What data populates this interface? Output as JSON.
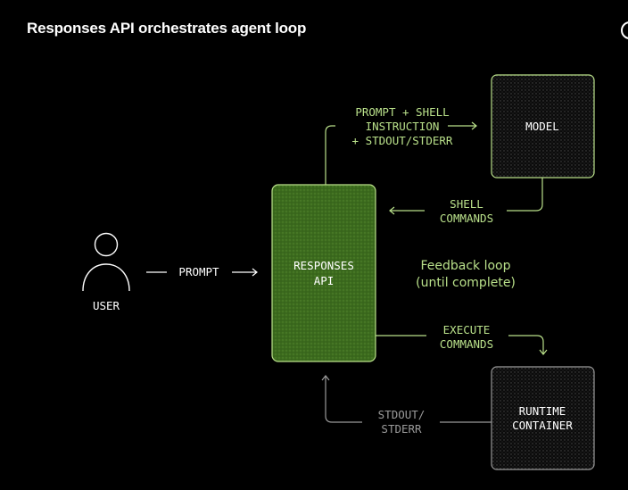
{
  "title": "Responses API orchestrates agent loop",
  "nodes": {
    "user": "USER",
    "responses_api": [
      "RESPONSES",
      "API"
    ],
    "model": "MODEL",
    "runtime_container": [
      "RUNTIME",
      "CONTAINER"
    ]
  },
  "edges": {
    "user_prompt": "PROMPT",
    "to_model": [
      "PROMPT + SHELL",
      "INSTRUCTION",
      "+ STDOUT/STDERR"
    ],
    "shell_commands": [
      "SHELL",
      "COMMANDS"
    ],
    "execute_commands": [
      "EXECUTE",
      "COMMANDS"
    ],
    "stdout_stderr": [
      "STDOUT/",
      "STDERR"
    ]
  },
  "annotation": [
    "Feedback loop",
    "(until complete)"
  ],
  "colors": {
    "background": "#000000",
    "accent_green": "#b9e08a",
    "api_fill": "#3b6a1d",
    "gray": "#9a9a9a",
    "white": "#ffffff"
  }
}
